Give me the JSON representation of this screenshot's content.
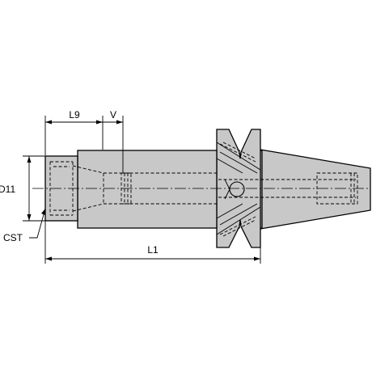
{
  "labels": {
    "l9": "L9",
    "v": "V",
    "d11": "D11",
    "cst": "CST",
    "l1": "L1"
  }
}
